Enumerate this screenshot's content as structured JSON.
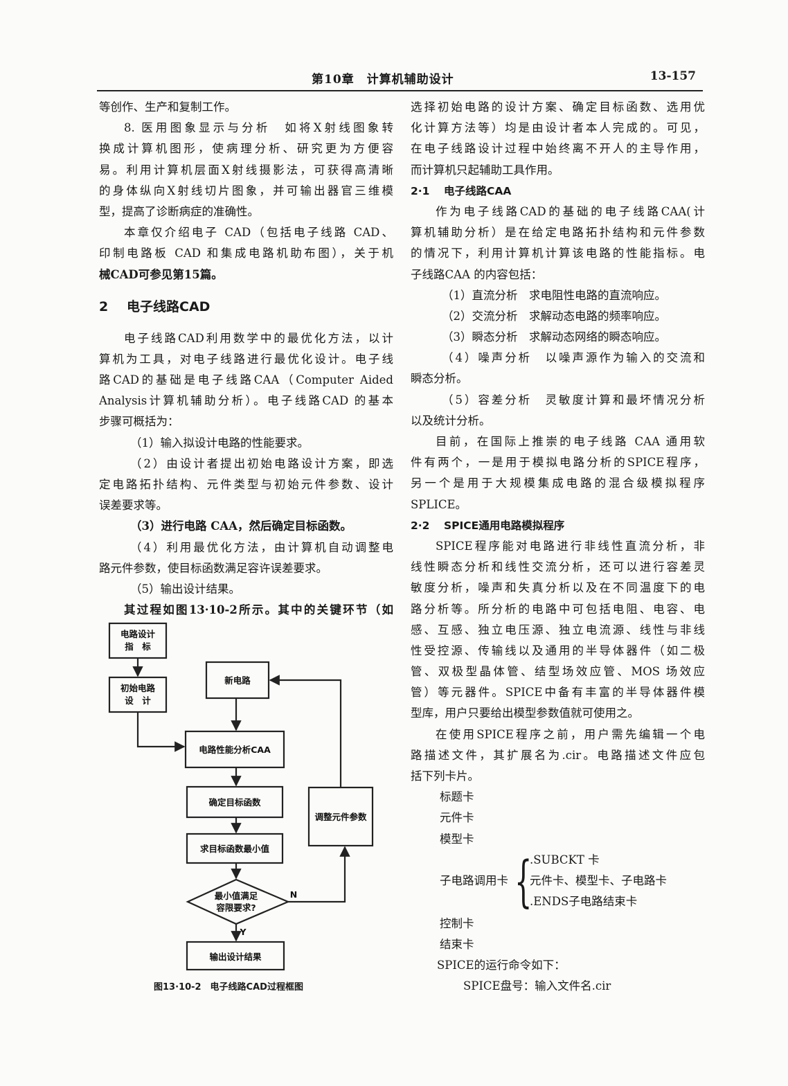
{
  "header": {
    "chapter": "第10章　计算机辅助设计",
    "page": "13-157"
  },
  "left": {
    "p0": "等创作、生产和复制工作。",
    "p1": [
      "8. 医用图象显示与分析　如将X射线图象转",
      "换成计算机图形，使病理分析、研究更为方便容",
      "易。利用计算机层面X射线摄影法，可获得高清晰",
      "的身体纵向X射线切片图象，并可输出器官三维模",
      "型，提高了诊断病症的准确性。"
    ],
    "p2": [
      "本章仅介绍电子 CAD（包括电子线路 CAD、",
      "印制电路板 CAD 和集成电路机助布图），关于机",
      "械CAD可参见第15篇。"
    ],
    "section_num": "2",
    "section_title": "电子线路CAD",
    "p3": [
      "电子线路CAD利用数学中的最优化方法，以计",
      "算机为工具，对电子线路进行最优化设计。电子线",
      "路CAD的基础是电子线路CAA（Computer Aided",
      "Analysis计算机辅助分析）。电子线路CAD 的基本",
      "步骤可概括为："
    ],
    "s1": "（1）输入拟设计电路的性能要求。",
    "s2": [
      "（2）由设计者提出初始电路设计方案，即选",
      "定电路拓扑结构、元件类型与初始元件参数、设计",
      "误差要求等。"
    ],
    "s3": "（3）进行电路 CAA，然后确定目标函数。",
    "s4": [
      "（4）利用最优化方法，由计算机自动调整电",
      "路元件参数，使目标函数满足容许误差要求。"
    ],
    "s5": "（5）输出设计结果。",
    "p4": "其过程如图13·10-2所示。其中的关键环节（如"
  },
  "flowchart": {
    "box_spec": [
      "电路设计",
      "指　标"
    ],
    "box_init": [
      "初始电路",
      "设　计"
    ],
    "box_new": "新电路",
    "box_caa": "电路性能分析CAA",
    "box_obj": "确定目标函数",
    "box_min": "求目标函数最小值",
    "box_adjust": "调整元件参数",
    "diamond": [
      "最小值满足",
      "容限要求?"
    ],
    "label_no": "N",
    "label_yes": "Y",
    "box_out": "输出设计结果",
    "caption": "图13·10-2　电子线路CAD过程框图"
  },
  "right": {
    "p0": [
      "选择初始电路的设计方案、确定目标函数、选用优",
      "化计算方法等）均是由设计者本人完成的。可见，",
      "在电子线路设计过程中始终离不开人的主导作用，",
      "而计算机只起辅助工具作用。"
    ],
    "sub1_num": "2·1",
    "sub1_title": "电子线路CAA",
    "p1": [
      "作为电子线路CAD的基础的电子线路CAA(计",
      "算机辅助分析）是在给定电路拓扑结构和元件参数",
      "的情况下，利用计算机计算该电路的性能指标。电",
      "子线路CAA 的内容包括："
    ],
    "a1": "（1）直流分析　求电阻性电路的直流响应。",
    "a2": "（2）交流分析　求解动态电路的频率响应。",
    "a3": "（3）瞬态分析　求解动态网络的瞬态响应。",
    "a4": [
      "（4）噪声分析　以噪声源作为输入的交流和",
      "瞬态分析。"
    ],
    "a5": [
      "（5）容差分析　灵敏度计算和最坏情况分析",
      "以及统计分析。"
    ],
    "p2": [
      "目前，在国际上推崇的电子线路 CAA 通用软",
      "件有两个，一是用于模拟电路分析的SPICE程序，",
      "另一个是用于大规模集成电路的混合级模拟程序",
      "SPLICE。"
    ],
    "sub2_num": "2·2",
    "sub2_title": "SPICE通用电路模拟程序",
    "p3": [
      "SPICE程序能对电路进行非线性直流分析，非",
      "线性瞬态分析和线性交流分析，还可以进行容差灵",
      "敏度分析，噪声和失真分析以及在不同温度下的电",
      "路分析等。所分析的电路中可包括电阻、电容、电",
      "感、互感、独立电压源、独立电流源、线性与非线",
      "性受控源、传输线以及通用的半导体器件（如二极",
      "管、双极型晶体管、结型场效应管、MOS 场效应",
      "管）等元器件。SPICE中备有丰富的半导体器件模",
      "型库，用户只要给出模型参数值就可使用之。"
    ],
    "p4": [
      "在使用SPICE程序之前，用户需先编辑一个电",
      "路描述文件，其扩展名为.cir。电路描述文件应包",
      "括下列卡片。"
    ],
    "c1": "标题卡",
    "c2": "元件卡",
    "c3": "模型卡",
    "c4_label": "子电路调用卡",
    "c4_items": [
      ".SUBCKT 卡",
      "元件卡、模型卡、子电路卡",
      ".ENDS子电路结束卡"
    ],
    "c5": "控制卡",
    "c6": "结束卡",
    "c7": "SPICE的运行命令如下：",
    "c8": "SPICE盘号：输入文件名.cir"
  }
}
